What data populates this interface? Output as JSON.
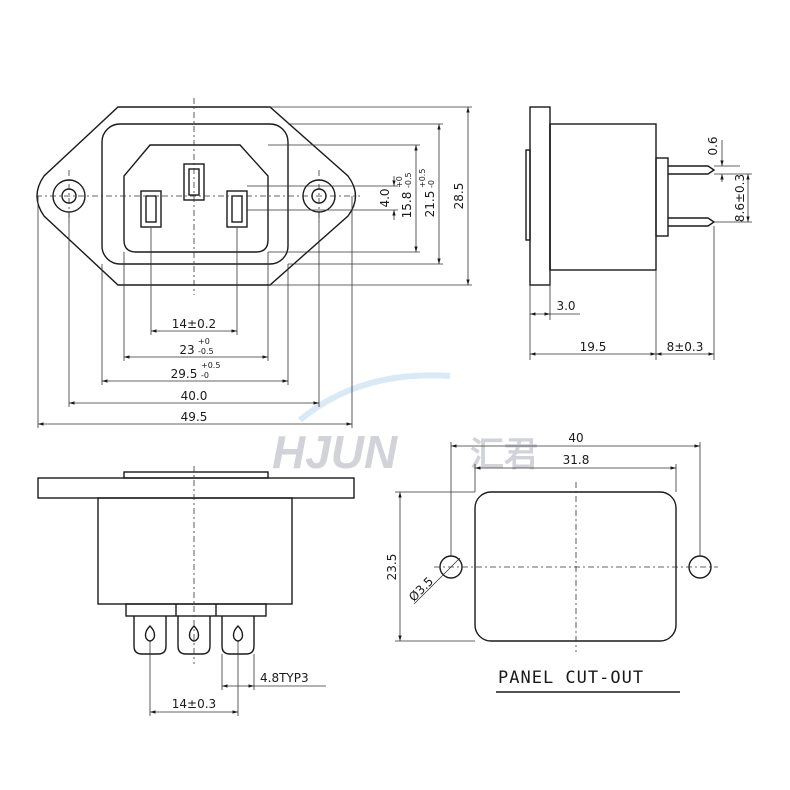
{
  "watermark": {
    "brand": "HJUN",
    "brand_cn": "汇君"
  },
  "front_view": {
    "dims": {
      "d14": "14±0.2",
      "d23": "23",
      "d29": "29.5",
      "d40": "40.0",
      "d49": "49.5",
      "d4": "4.0",
      "d158": "15.8",
      "d215": "21.5",
      "d285": "28.5"
    },
    "tolerances": {
      "t23_up": "+0",
      "t23_dn": "-0.5",
      "t29_up": "+0.5",
      "t29_dn": "-0",
      "t158_up": "+0",
      "t158_dn": "-0.5",
      "t215_up": "+0.5",
      "t215_dn": "-0"
    }
  },
  "side_view": {
    "dims": {
      "d06": "0.6",
      "d86": "8.6±0.3",
      "d3": "3.0",
      "d195": "19.5",
      "d8": "8±0.3"
    }
  },
  "bottom_view": {
    "dims": {
      "d48": "4.8TYP3",
      "d14": "14±0.3"
    }
  },
  "cutout": {
    "title": "PANEL CUT-OUT",
    "dims": {
      "d40": "40",
      "d318": "31.8",
      "d235": "23.5",
      "d35": "Ø3.5"
    }
  }
}
